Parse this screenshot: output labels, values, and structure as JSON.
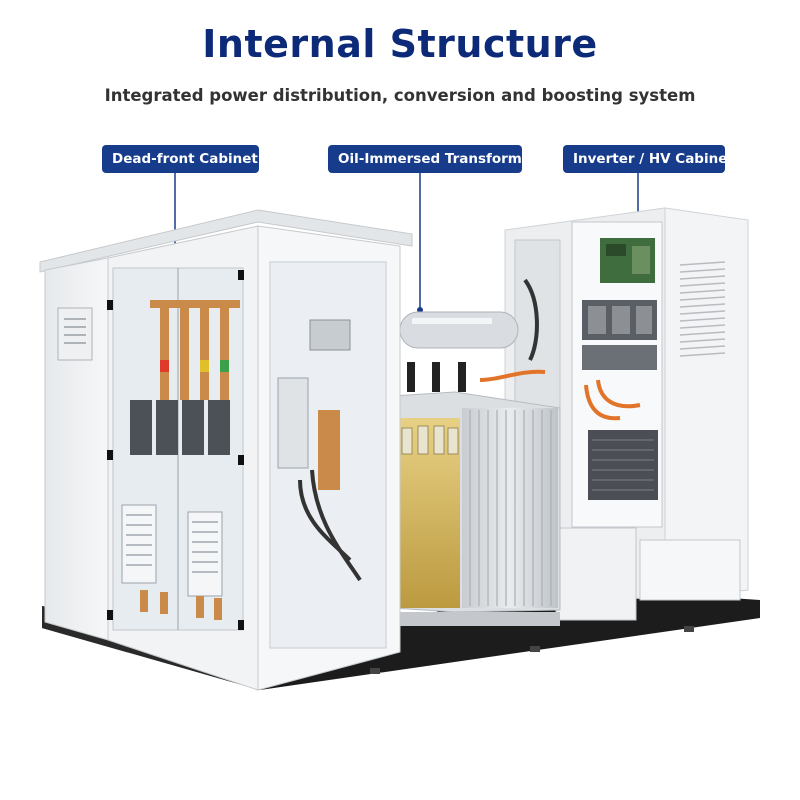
{
  "heading": {
    "title": "Internal Structure",
    "subtitle": "Integrated power distribution, conversion and boosting system"
  },
  "callouts": [
    {
      "label": "Dead-front Cabinet"
    },
    {
      "label": "Oil-Immersed Transformer"
    },
    {
      "label": "Inverter / HV Cabinet"
    }
  ],
  "colors": {
    "title": "#0d2a78",
    "callout_bg": "#173c8c",
    "leader": "#173c8c",
    "cabinet": "#eef0f2",
    "base": "#1c1c1c",
    "oil": "#d8b54a",
    "copper": "#c98a4a",
    "cable_orange": "#e2742a"
  }
}
